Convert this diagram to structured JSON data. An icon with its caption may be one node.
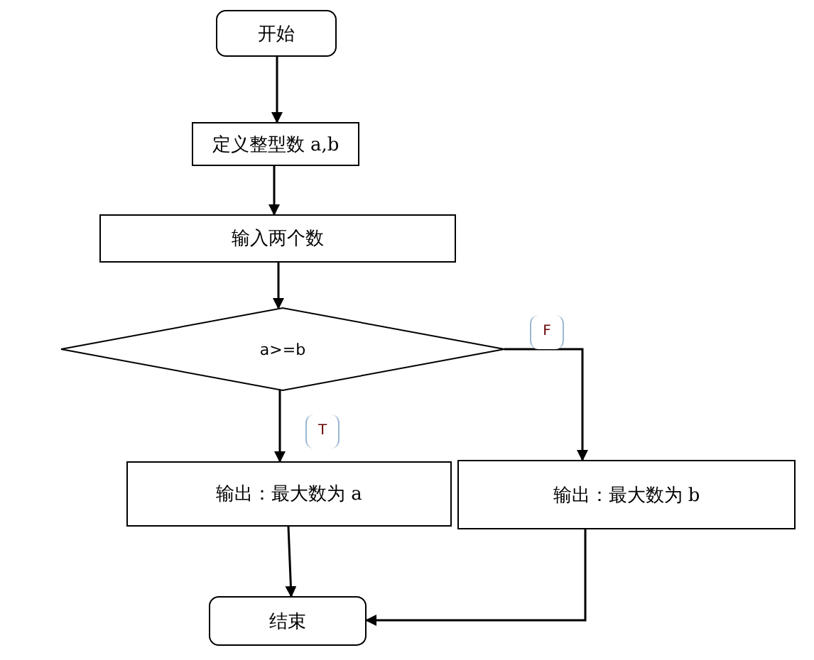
{
  "diagram": {
    "nodes": [
      {
        "text": [
          "开始"
        ]
      },
      {
        "text": [
          "定义整型数 a,b"
        ]
      },
      {
        "text": [
          "输入两个数"
        ]
      },
      {
        "text": [
          "a>=b"
        ]
      },
      {
        "text": [
          "输出：最大数为 a"
        ]
      },
      {
        "text": [
          "输出：最大数为 b"
        ]
      },
      {
        "text": [
          "结束"
        ]
      }
    ],
    "edges": [
      {
        "from": 0,
        "to": 1,
        "arrow": "to"
      },
      {
        "from": 1,
        "to": 2,
        "arrow": "to"
      },
      {
        "from": 2,
        "to": 3,
        "arrow": "to"
      },
      {
        "from": 3,
        "to": 4,
        "arrow": "to",
        "label": "T"
      },
      {
        "from": 3,
        "to": 5,
        "arrow": "to",
        "label": "F"
      },
      {
        "from": 4,
        "to": 6,
        "arrow": "to"
      },
      {
        "from": 5,
        "to": 6,
        "arrow": "to"
      }
    ]
  }
}
